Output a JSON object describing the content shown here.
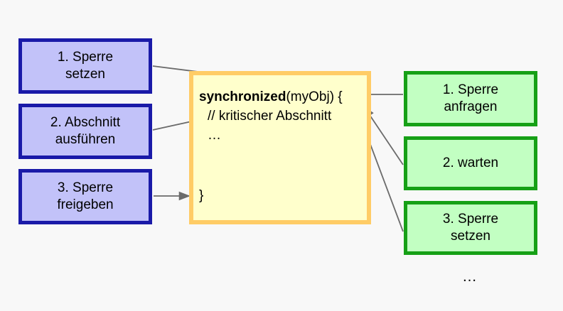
{
  "diagram": {
    "title": "synchronized block lock sequence",
    "background_color": "#f8f8f8",
    "left_column": {
      "fill_color": "#c2c2f9",
      "border_color": "#1a1aa8",
      "steps": [
        {
          "line1": "1. Sperre",
          "line2": "setzen"
        },
        {
          "line1": "2. Abschnitt",
          "line2": "ausführen"
        },
        {
          "line1": "3. Sperre",
          "line2": "freigeben"
        }
      ]
    },
    "code": {
      "fill_color": "#ffffcc",
      "border_color": "#ffcc66",
      "keyword": "synchronized",
      "signature": "(myObj) {",
      "comment": "// kritischer Abschnitt",
      "ellipsis": "…",
      "closing_brace": "}"
    },
    "right_column": {
      "fill_color": "#c2ffc2",
      "border_color": "#16a016",
      "steps": [
        {
          "line1": "1. Sperre",
          "line2": "anfragen"
        },
        {
          "line1": "2. warten",
          "line2": ""
        },
        {
          "line1": "3. Sperre",
          "line2": "setzen"
        }
      ],
      "trailing_ellipsis": "…"
    },
    "arrow_color": "#6b6b6b"
  }
}
